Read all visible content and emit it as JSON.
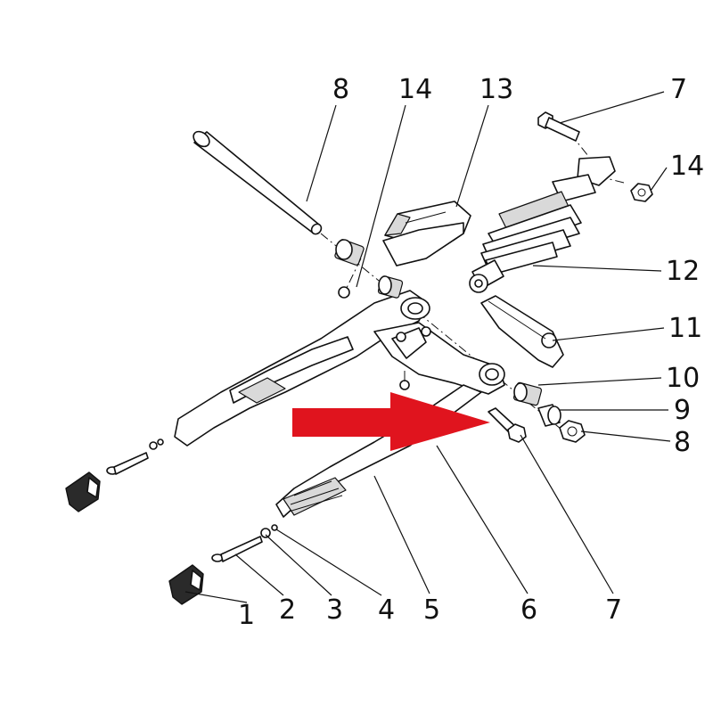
{
  "diagram": {
    "callouts": [
      {
        "id": "1",
        "label": "1"
      },
      {
        "id": "2",
        "label": "2"
      },
      {
        "id": "3",
        "label": "3"
      },
      {
        "id": "4",
        "label": "4"
      },
      {
        "id": "5",
        "label": "5"
      },
      {
        "id": "6",
        "label": "6"
      },
      {
        "id": "7b",
        "label": "7"
      },
      {
        "id": "8b",
        "label": "8"
      },
      {
        "id": "9",
        "label": "9"
      },
      {
        "id": "10",
        "label": "10"
      },
      {
        "id": "11",
        "label": "11"
      },
      {
        "id": "12",
        "label": "12"
      },
      {
        "id": "14b",
        "label": "14"
      },
      {
        "id": "7t",
        "label": "7"
      },
      {
        "id": "13",
        "label": "13"
      },
      {
        "id": "14t",
        "label": "14"
      },
      {
        "id": "8t",
        "label": "8"
      }
    ],
    "arrow": {
      "color": "#e0141e",
      "points_to": "6"
    }
  }
}
